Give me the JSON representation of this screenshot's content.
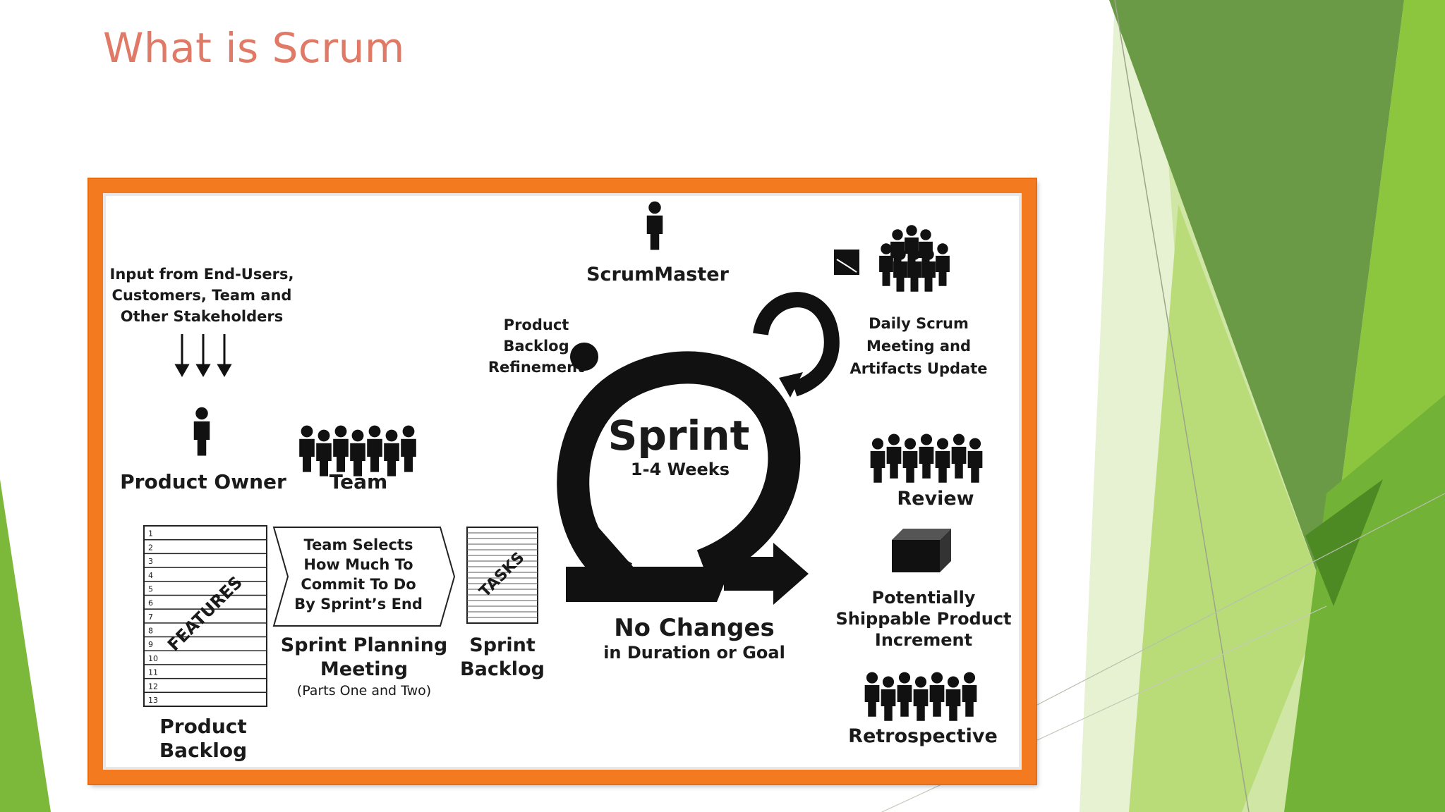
{
  "slide": {
    "title": "What is Scrum",
    "colors": {
      "title": "#e07a67",
      "frame": "#f47a20",
      "green_dark": "#4f8a2a",
      "green_mid": "#77ab3a",
      "green_light": "#a8d35a",
      "green_pale": "#d9ecb8"
    }
  },
  "diagram": {
    "input_label": [
      "Input from End-Users,",
      "Customers, Team and",
      "Other Stakeholders"
    ],
    "product_owner": "Product Owner",
    "team": "Team",
    "features_label": "FEATURES",
    "backlog_numbers": [
      "1",
      "2",
      "3",
      "4",
      "5",
      "6",
      "7",
      "8",
      "9",
      "10",
      "11",
      "12",
      "13"
    ],
    "product_backlog": [
      "Product",
      "Backlog"
    ],
    "team_selects": [
      "Team Selects",
      "How Much To",
      "Commit To Do",
      "By Sprint’s End"
    ],
    "sprint_planning": [
      "Sprint Planning",
      "Meeting"
    ],
    "sprint_planning_sub": "(Parts One and Two)",
    "tasks_label": "TASKS",
    "sprint_backlog": [
      "Sprint",
      "Backlog"
    ],
    "scrum_master": "ScrumMaster",
    "refinement": [
      "Product",
      "Backlog",
      "Refinement"
    ],
    "sprint": "Sprint",
    "sprint_duration": "1-4 Weeks",
    "no_changes": "No Changes",
    "no_changes_sub": "in Duration or Goal",
    "daily_scrum": [
      "Daily Scrum",
      "Meeting and",
      "Artifacts Update"
    ],
    "review": "Review",
    "increment": [
      "Potentially",
      "Shippable Product",
      "Increment"
    ],
    "retrospective": "Retrospective"
  }
}
